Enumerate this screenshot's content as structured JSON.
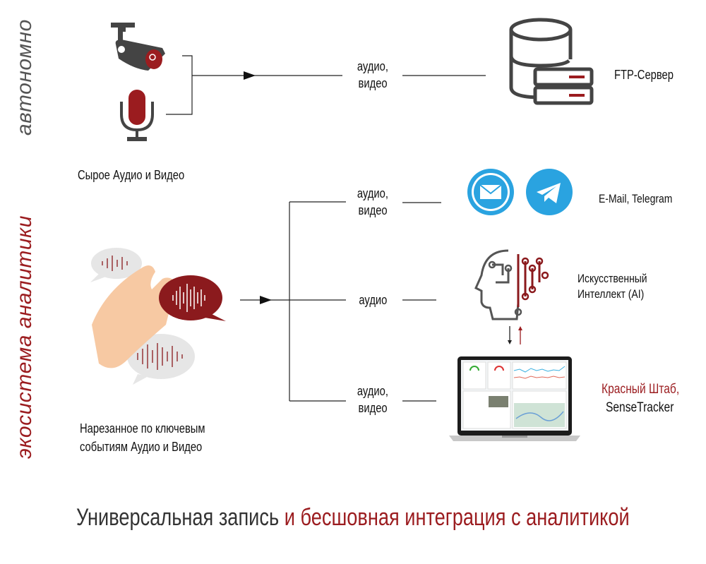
{
  "sections": {
    "autonomous_label": "автономно",
    "ecosystem_label": "экосистема аналитики"
  },
  "sources": {
    "raw_label": "Сырое Аудио и Видео",
    "cut_label_line1": "Нарезанное по ключевым",
    "cut_label_line2": "событиям Аудио и Видео"
  },
  "flows": {
    "ftp_flow_line1": "аудио,",
    "ftp_flow_line2": "видео",
    "msg_flow_line1": "аудио,",
    "msg_flow_line2": "видео",
    "ai_flow": "аудио",
    "st_flow_line1": "аудио,",
    "st_flow_line2": "видео"
  },
  "destinations": {
    "ftp": "FTP-Сервер",
    "messengers": "E-Mail, Telegram",
    "ai_line1": "Искусственный",
    "ai_line2": "Интеллект (AI)",
    "st_line1": "Красный Штаб,",
    "st_line2": "SenseTracker"
  },
  "footer": {
    "title_dark": "Универсальная запись ",
    "title_red": "и бесшовная интеграция с аналитикой"
  },
  "colors": {
    "accent": "#9b1c1f",
    "icon_gray": "#444444",
    "telegram": "#2aa3e0"
  }
}
